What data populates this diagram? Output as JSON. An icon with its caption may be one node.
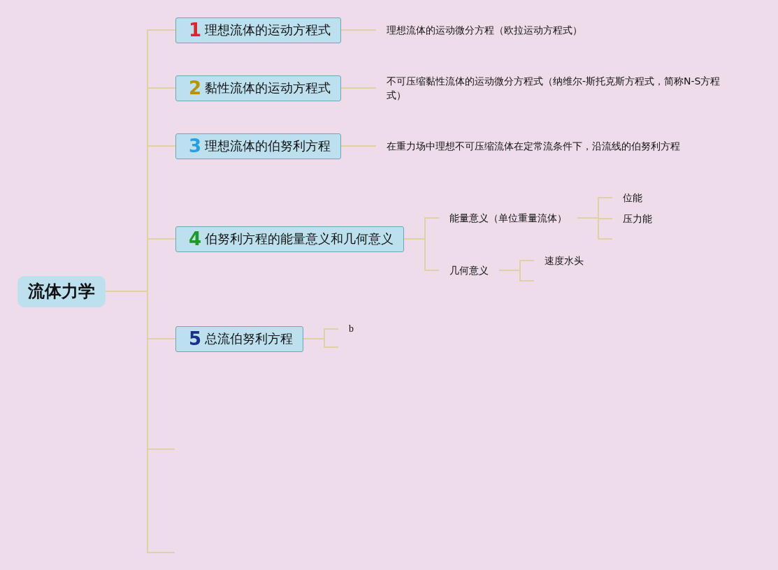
{
  "diagram": {
    "nodes": [
      {
        "text": [
          "流体力学"
        ]
      },
      {
        "text": [
          "1",
          "理想流体的运动方程式"
        ]
      },
      {
        "text": [
          "2",
          "黏性流体的运动方程式"
        ]
      },
      {
        "text": [
          "3",
          "理想流体的伯努利方程"
        ]
      },
      {
        "text": [
          "4",
          "伯努利方程的能量意义和几何意义"
        ]
      },
      {
        "text": [
          "5",
          "总流伯努利方程"
        ]
      },
      {
        "text": [
          "理想流体的运动微分方程（欧拉运动方程式）"
        ]
      },
      {
        "text": [
          "不可压缩黏性流体的运动微分方程式（纳维尔-斯托克斯方程式，简称N-S方程式）"
        ]
      },
      {
        "text": [
          "在重力场中理想不可压缩流体在定常流条件下，沿流线的伯努利方程"
        ]
      },
      {
        "text": [
          "能量意义（单位重量流体）"
        ]
      },
      {
        "text": [
          "几何意义"
        ]
      },
      {
        "text": [
          "位能"
        ]
      },
      {
        "text": [
          "压力能"
        ]
      },
      {
        "text": [
          "速度水头"
        ]
      },
      {
        "text": [
          "b"
        ]
      }
    ],
    "edges": [
      {
        "from": 0,
        "to": 1,
        "arrow": "none"
      },
      {
        "from": 0,
        "to": 2,
        "arrow": "none"
      },
      {
        "from": 0,
        "to": 3,
        "arrow": "none"
      },
      {
        "from": 0,
        "to": 4,
        "arrow": "none"
      },
      {
        "from": 0,
        "to": 5,
        "arrow": "none"
      },
      {
        "from": 0,
        "to": null,
        "arrow": "none"
      },
      {
        "from": 0,
        "to": null,
        "arrow": "none"
      },
      {
        "from": 1,
        "to": 6,
        "arrow": "none"
      },
      {
        "from": 2,
        "to": 7,
        "arrow": "none"
      },
      {
        "from": 3,
        "to": 8,
        "arrow": "none"
      },
      {
        "from": 4,
        "to": 9,
        "arrow": "none"
      },
      {
        "from": 4,
        "to": 10,
        "arrow": "none"
      },
      {
        "from": 9,
        "to": 11,
        "arrow": "none"
      },
      {
        "from": 9,
        "to": 12,
        "arrow": "none"
      },
      {
        "from": 9,
        "to": null,
        "arrow": "none"
      },
      {
        "from": 10,
        "to": 13,
        "arrow": "none"
      },
      {
        "from": 10,
        "to": null,
        "arrow": "none"
      },
      {
        "from": 5,
        "to": 14,
        "arrow": "none"
      },
      {
        "from": 5,
        "to": null,
        "arrow": "none"
      }
    ]
  }
}
